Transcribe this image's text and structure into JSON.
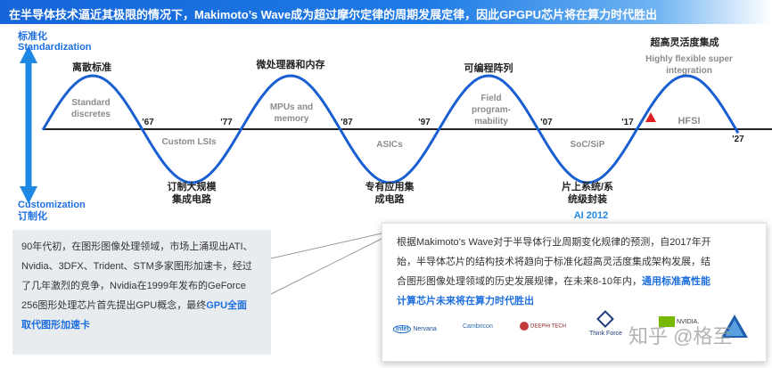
{
  "banner": {
    "title": "在半导体技术逼近其极限的情况下，Makimoto’s Wave成为超过摩尔定律的周期发展定律，因此GPGPU芯片将在算力时代胜出",
    "color": "#1565d8"
  },
  "axes": {
    "top_cn": "标准化",
    "top_en": "Standardization",
    "bottom_en": "Customization",
    "bottom_cn": "订制化",
    "arrow_color": "#1e88e5"
  },
  "years": [
    "'67",
    "'77",
    "'87",
    "'97",
    "'07",
    "'17",
    "'27"
  ],
  "peaks": [
    {
      "top_cn": "离散标准",
      "inner": [
        "Standard",
        "discretes"
      ]
    },
    {
      "top_cn": "微处理器和内存",
      "inner": [
        "MPUs and",
        "memory"
      ]
    },
    {
      "top_cn": "可编程阵列",
      "inner": [
        "Field",
        "program-",
        "mability"
      ]
    },
    {
      "top_cn": "超高灵活度集成",
      "top_en": [
        "Highly flexible super",
        "integration"
      ],
      "inner": [
        "HFSI"
      ]
    }
  ],
  "troughs": [
    {
      "inner": "Custom LSIs",
      "bottom_cn": [
        "订制大规模",
        "集成电路"
      ]
    },
    {
      "inner": "ASICs",
      "bottom_cn": [
        "专有应用集",
        "成电路"
      ]
    },
    {
      "inner": "SoC/SiP",
      "bottom_cn": [
        "片上系统/系",
        "统级封装"
      ],
      "note": "AI 2012"
    }
  ],
  "wave_color": "#1a5fd1",
  "marker_color": "#e02020",
  "note_box": {
    "lines": [
      "90年代初，在图形图像处理领域，市场上涌现出ATI、",
      "Nvidia、3DFX、Trident、STM多家图形加速卡，经过",
      "了几年激烈的竞争，Nvidia在1999年发布的GeForce"
    ],
    "line4_plain": "256图形处理芯片首先提出GPU概念，最终",
    "line4_hl": "GPU全面",
    "line5_hl": "取代图形加速卡"
  },
  "prediction_box": {
    "lines": [
      "根据Makimoto’s Wave对于半导体行业周期变化规律的预测，自2017年开",
      "始，半导体芯片的结构技术将趋向于标准化超高灵活度集成架构发展，结"
    ],
    "line3_plain": "合图形图像处理领域的历史发展规律，在未来8-10年内，",
    "line3_hl": "通用标准高性能",
    "line4_hl": "计算芯片未来将在算力时代胜出"
  },
  "logos": {
    "intel": "intel",
    "intel_sub": "Nervana",
    "cambricon": "Cambricon",
    "deephi": "DEEPHi TECH",
    "thinkforce": "Think Force",
    "nvidia": "NVIDIA."
  },
  "watermark": "知乎 @格至"
}
